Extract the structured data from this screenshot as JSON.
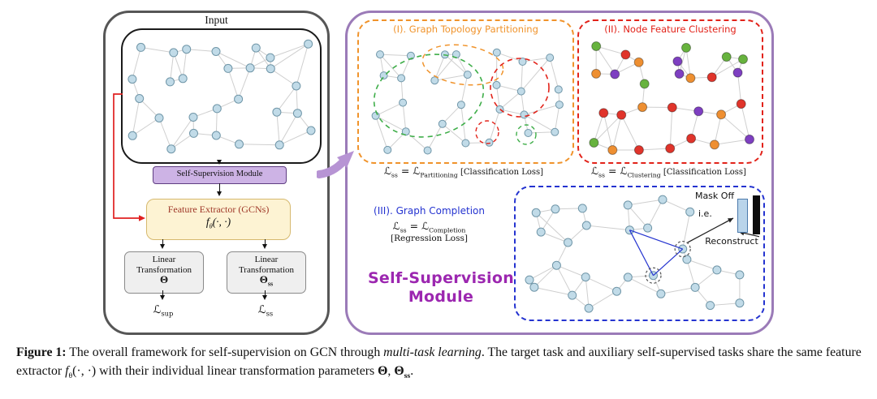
{
  "colors": {
    "node_fill": "#c1dbe8",
    "node_stroke": "#7096a8",
    "edge": "#cfcfcf",
    "orange": "#f0932b",
    "red": "#e2231a",
    "green": "#3fae49",
    "blue": "#2433d0",
    "purple": "#9c27b0",
    "arrow_purple": "#b794d4"
  },
  "left_panel": {
    "input_label": "Input",
    "ssm_label": "Self-Supervision Module",
    "feature_extractor": {
      "title": "Feature Extractor (GCNs)",
      "f": "f",
      "f_sub": "θ",
      "f_args": "(·, ·)"
    },
    "linear_left": {
      "line1": "Linear",
      "line2": "Transformation",
      "symbol": "Θ"
    },
    "linear_right": {
      "line1": "Linear",
      "line2": "Transformation",
      "symbol": "Θ",
      "symbol_sub": "ss"
    },
    "loss_sup": {
      "l": "ℒ",
      "sub": "sup"
    },
    "loss_ss": {
      "l": "ℒ",
      "sub": "ss"
    }
  },
  "right_panel": {
    "module_title_line1": "Self-Supervision",
    "module_title_line2": "Module",
    "task1": {
      "title": "(I). Graph Topology Partitioning",
      "loss": {
        "l1": "ℒ",
        "s1": "ss",
        "eq": " = ",
        "l2": "ℒ",
        "s2": "Partitioning",
        "tail": " [Classification Loss]"
      }
    },
    "task2": {
      "title": "(II). Node Feature Clustering",
      "loss": {
        "l1": "ℒ",
        "s1": "ss",
        "eq": " = ",
        "l2": "ℒ",
        "s2": "Clustering",
        "tail": " [Classification Loss]"
      },
      "cluster_colors": [
        "#e0342b",
        "#ee8f31",
        "#67b33e",
        "#7e3fc1"
      ]
    },
    "task3": {
      "title": "(III). Graph Completion",
      "loss": {
        "l1": "ℒ",
        "s1": "ss",
        "eq": " = ",
        "l2": "ℒ",
        "s2": "Completion"
      },
      "loss_tail": "[Regression Loss]",
      "mask_off": "Mask Off",
      "ie": "i.e.",
      "reconstruct": "Reconstruct"
    }
  },
  "caption": {
    "label": "Figure 1:",
    "p1": " The overall framework for self-supervision on GCN through ",
    "i1": "multi-task learning",
    "p2": ". The target task and auxiliary self-supervised tasks share the same feature extractor ",
    "f": "f",
    "f_sub": "θ",
    "f_args": "(·, ·)",
    "p3": " with their individual linear transformation parameters ",
    "t1": "Θ",
    "comma": ", ",
    "t2": "Θ",
    "t2_sub": "ss",
    "dot": "."
  }
}
